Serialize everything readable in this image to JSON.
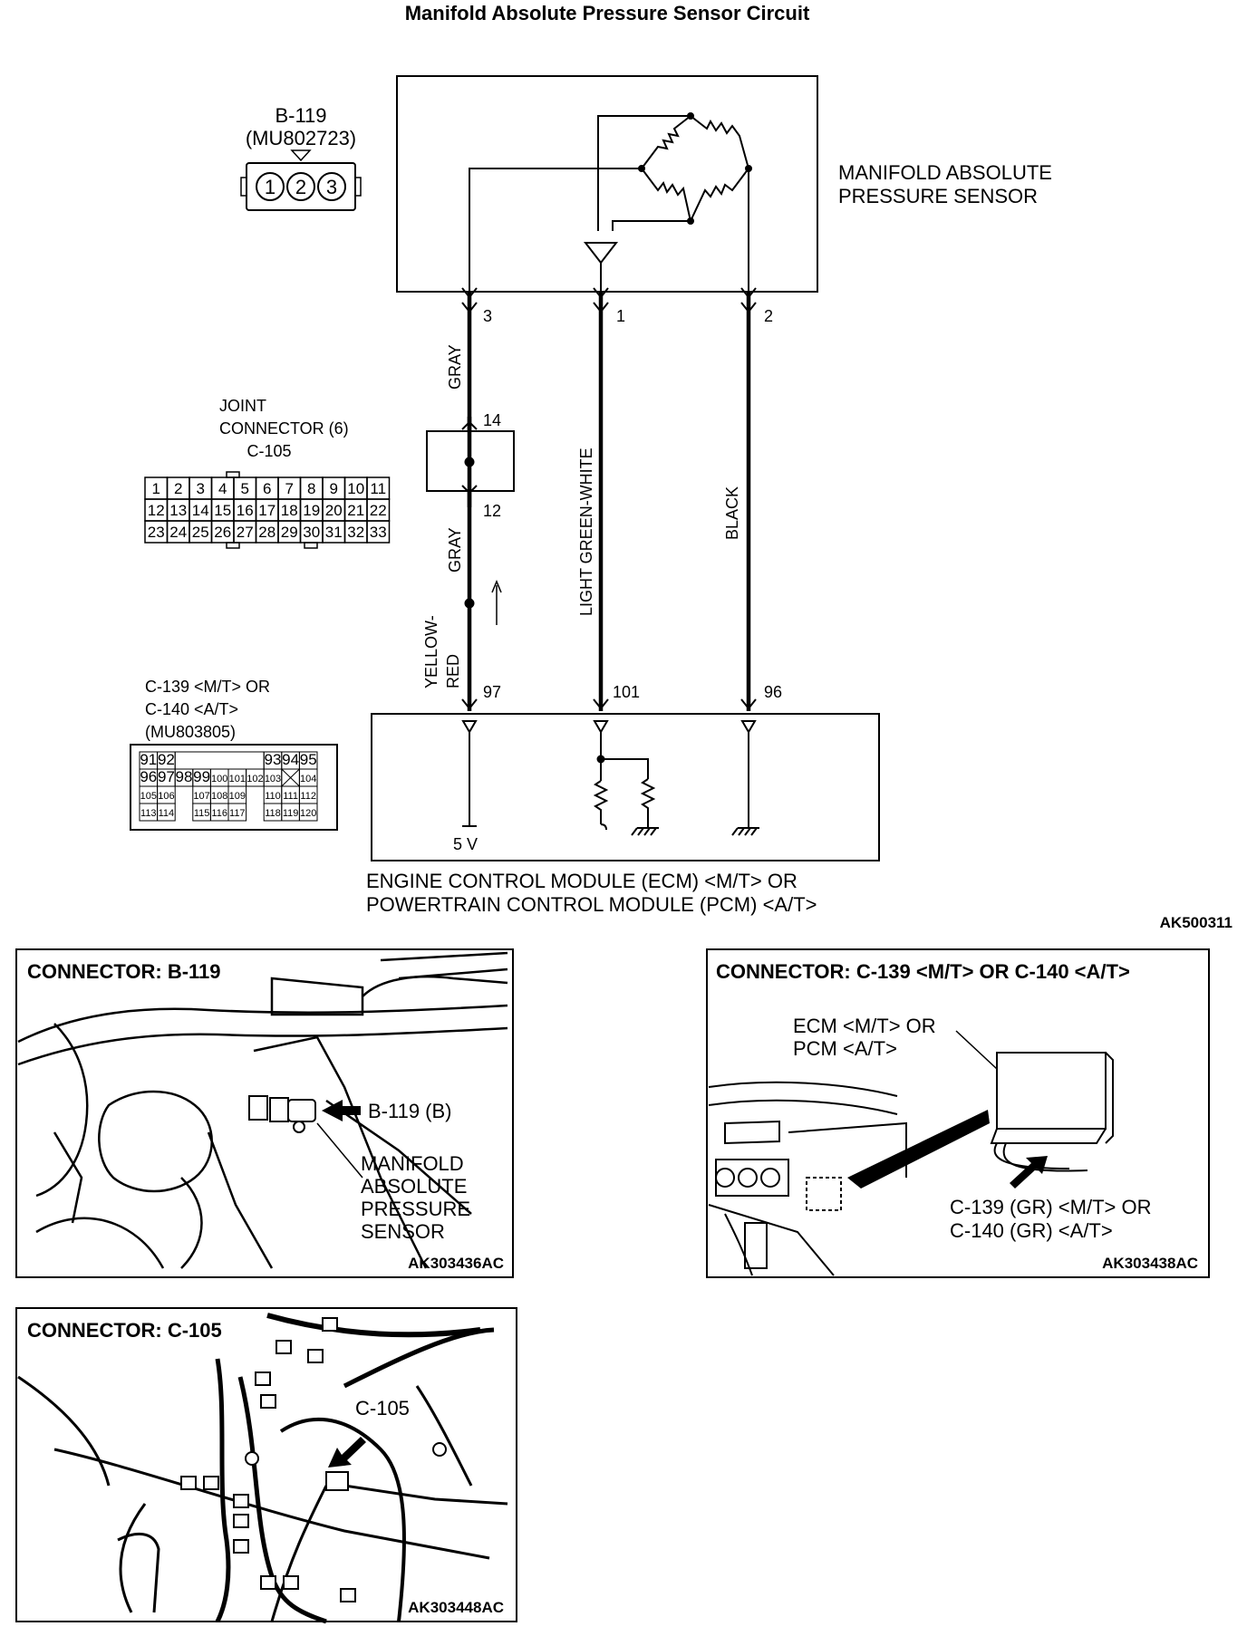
{
  "title": "Manifold Absolute Pressure Sensor Circuit",
  "diagram_id": "AK500311",
  "sensor": {
    "connector_id": "B-119",
    "part_no": "(MU802723)",
    "pins": [
      "1",
      "2",
      "3"
    ],
    "label_line1": "MANIFOLD ABSOLUTE",
    "label_line2": "PRESSURE SENSOR"
  },
  "wires": {
    "w3": {
      "pin": "3",
      "color_upper": "GRAY",
      "color_mid": "GRAY",
      "color_lower_1": "YELLOW-",
      "color_lower_2": "RED",
      "ecm_pin": "97"
    },
    "w1": {
      "pin": "1",
      "color": "LIGHT GREEN-WHITE",
      "ecm_pin": "101"
    },
    "w2": {
      "pin": "2",
      "color": "BLACK",
      "ecm_pin": "96"
    }
  },
  "joint": {
    "line1": "JOINT",
    "line2": "CONNECTOR (6)",
    "id": "C-105",
    "pin_top": "14",
    "pin_bottom": "12",
    "rows": [
      [
        "1",
        "2",
        "3",
        "4",
        "5",
        "6",
        "7",
        "8",
        "9",
        "10",
        "11"
      ],
      [
        "12",
        "13",
        "14",
        "15",
        "16",
        "17",
        "18",
        "19",
        "20",
        "21",
        "22"
      ],
      [
        "23",
        "24",
        "25",
        "26",
        "27",
        "28",
        "29",
        "30",
        "31",
        "32",
        "33"
      ]
    ]
  },
  "ecm_connector": {
    "line1": "C-139 <M/T> OR",
    "line2": "C-140 <A/T>",
    "part_no": "(MU803805)",
    "rows": [
      [
        "91",
        "92",
        "",
        "",
        "",
        "",
        "",
        "93",
        "94",
        "95"
      ],
      [
        "96",
        "97",
        "98",
        "99",
        "100",
        "101",
        "102",
        "103",
        "",
        "104"
      ],
      [
        "105",
        "106",
        "",
        "107",
        "108",
        "109",
        "",
        "110",
        "111",
        "112"
      ],
      [
        "113",
        "114",
        "",
        "115",
        "116",
        "117",
        "",
        "118",
        "119",
        "120"
      ]
    ]
  },
  "ecm": {
    "supply": "5 V",
    "label_line1": "ENGINE CONTROL MODULE (ECM) <M/T> OR",
    "label_line2": "POWERTRAIN CONTROL MODULE (PCM) <A/T>"
  },
  "panels": {
    "b119": {
      "title": "CONNECTOR: B-119",
      "callout": "B-119 (B)",
      "label_lines": [
        "MANIFOLD",
        "ABSOLUTE",
        "PRESSURE",
        "SENSOR"
      ],
      "code": "AK303436AC"
    },
    "c139": {
      "title": "CONNECTOR: C-139 <M/T> OR C-140 <A/T>",
      "ecm_line1": "ECM <M/T> OR",
      "ecm_line2": "PCM <A/T>",
      "conn_line1": "C-139 (GR) <M/T> OR",
      "conn_line2": "C-140 (GR) <A/T>",
      "code": "AK303438AC"
    },
    "c105": {
      "title": "CONNECTOR: C-105",
      "callout": "C-105",
      "code": "AK303448AC"
    }
  }
}
